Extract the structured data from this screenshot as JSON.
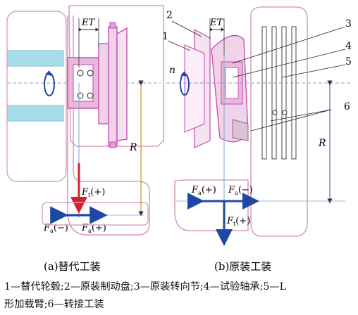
{
  "labels": {
    "et": "ET",
    "r": "R",
    "n": "n",
    "ft": "F",
    "ft_sub": "t",
    "ft_sign": "(+)",
    "fa": "F",
    "fa_sub": "a",
    "fa_neg": "(−)",
    "fa_pos": "(+)",
    "part_1": "1",
    "part_2": "2",
    "part_3": "3",
    "part_4": "4",
    "part_5": "5",
    "part_6": "6"
  },
  "subcaptions": {
    "a": "(a)替代工装",
    "b": "(b)原装工装"
  },
  "legend": {
    "line1": "1—替代轮毂;2—原装制动盘;3—原装转向节;4—试验轴承;5—L",
    "line2": "形加载臂;6—转接工装"
  },
  "colors": {
    "fixture_outline": "#d5a2c3",
    "hub_magenta": "#c546b0",
    "shaft_blue": "#a9dcea",
    "arrow_red": "#d6212a",
    "arrow_blue": "#1f48a6",
    "guide_line": "#7fa6cf",
    "dim_orange": "#d7891f",
    "dim_blue": "#4a6fb3"
  }
}
